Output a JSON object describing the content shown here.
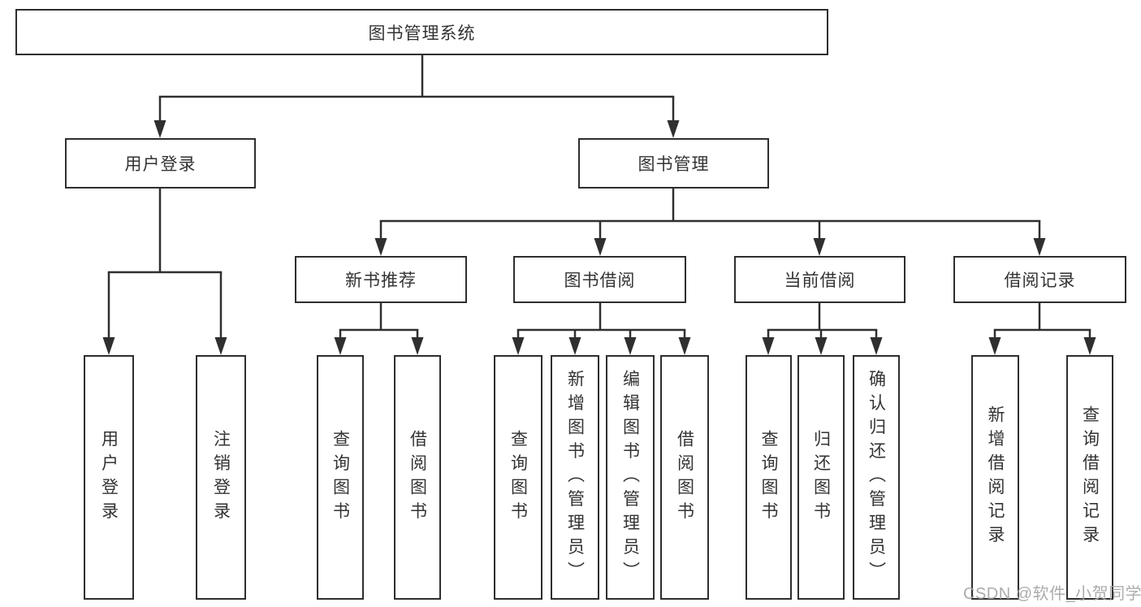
{
  "tree": {
    "root": "图书管理系统",
    "branches": [
      {
        "label": "用户登录",
        "leaves": [
          "用户登录",
          "注销登录"
        ]
      },
      {
        "label": "图书管理",
        "groups": [
          {
            "label": "新书推荐",
            "leaves": [
              "查询图书",
              "借阅图书"
            ]
          },
          {
            "label": "图书借阅",
            "leaves": [
              "查询图书",
              "新增图书（管理员）",
              "编辑图书（管理员）",
              "借阅图书"
            ]
          },
          {
            "label": "当前借阅",
            "leaves": [
              "查询图书",
              "归还图书",
              "确认归还（管理员）"
            ]
          },
          {
            "label": "借阅记录",
            "leaves": [
              "新增借阅记录",
              "查询借阅记录"
            ]
          }
        ]
      }
    ]
  },
  "watermark": {
    "text": "CSDN @软件_小贺同学"
  },
  "colors": {
    "line": "#2f2f2f",
    "text": "#333333",
    "watermark": "#a5a5a5",
    "background": "#ffffff"
  }
}
